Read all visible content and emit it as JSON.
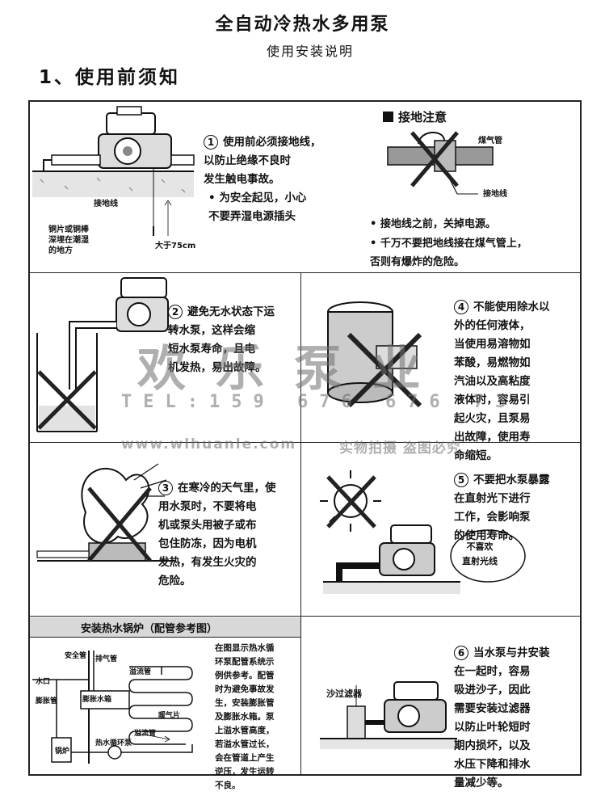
{
  "header": {
    "title": "全自动冷热水多用泵",
    "subtitle": "使用安装说明",
    "section": "1、使用前须知"
  },
  "panel1": {
    "num": "1",
    "text": "使用前必须接地线，\n以防止绝缘不良时\n发生触电事故。",
    "bullet": "•  为安全起见，小心\n    不要弄湿电源插头",
    "label_ground": "接地线",
    "label_rod": "铜片或铜棒\n深埋在潮湿\n的地方",
    "label_depth": "大于75cm"
  },
  "ground_note": {
    "heading": "接地注意",
    "gas_pipe": "煤气管",
    "ground_wire": "接地线",
    "item1": "•  接地线之前，关掉电源。",
    "item2": "•  千万不要把地线接在煤气管上，\n    否则有爆炸的危险。"
  },
  "panel2": {
    "num": "2",
    "text": "避免无水状态下运\n转水泵，这样会缩\n短水泵寿命，且电\n机发热，易出故障。"
  },
  "panel4": {
    "num": "4",
    "text": "不能使用除水以\n外的任何液体，\n当使用易溶物如\n苯酸，易燃物如\n汽油以及高粘度\n液体时，容易引\n起火灾，且泵易\n出故障，使用寿\n命缩短。"
  },
  "panel3": {
    "num": "3",
    "text": "在寒冷的天气里，使\n用水泵时，不要将电\n机或泵头用被子或布\n包住防冻，因为电机\n发热，有发生火灾的\n危险。"
  },
  "panel5": {
    "num": "5",
    "text": "不要把水泵暴露\n在直射光下进行\n工作，会影响泵\n的使用寿命。",
    "bubble": "不喜欢\n直射光线"
  },
  "boiler": {
    "header": "安装热水锅炉（配管参考图）",
    "labels": {
      "safety": "安全管",
      "exhaust": "排气管",
      "overflow": "溢流管",
      "inlet": "水口",
      "expand_pipe": "膨胀管",
      "expand_tank": "膨胀水箱",
      "heater": "暖气片",
      "bypass": "溢流管",
      "pump": "热水循环泵",
      "boiler": "锅炉"
    },
    "text": "在图显示热水循\n环泵配管系统示\n例供参考。配管\n时为避免事故发\n生，安装膨胀管\n及膨胀水箱。泵\n上溢水管高度，\n若溢水管过长，\n会在管道上产生\n逆压，发生运转\n不良。"
  },
  "panel6": {
    "num": "6",
    "text": "当水泵与井安装\n在一起时，容易\n吸进沙子，因此\n需要安装过滤器\n以防止叶轮短时\n期内损坏，以及\n水压下降和排水\n量减少等。",
    "filter": "沙过滤器"
  },
  "watermark": {
    "brand": "欢 乐 泵 业",
    "tel": "TEL:159 676 676 73",
    "url": "www.wlhuanle.com",
    "note": "实物拍摄 盗图必究"
  }
}
